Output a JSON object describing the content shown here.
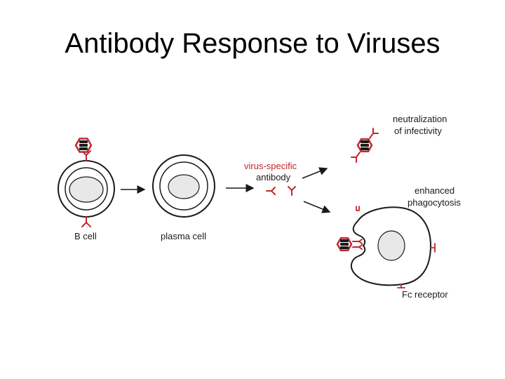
{
  "title": "Antibody Response to Viruses",
  "labels": {
    "b_cell": "B cell",
    "plasma_cell": "plasma cell",
    "virus_specific_line1": "virus-specific",
    "virus_specific_line2": "antibody",
    "neutralization_line1": "neutralization",
    "neutralization_line2": "of infectivity",
    "phagocytosis_line1": "enhanced",
    "phagocytosis_line2": "phagocytosis",
    "fc_receptor": "Fc receptor"
  },
  "colors": {
    "virus": "#c0282d",
    "antibody": "#c0282d",
    "cell_outline": "#1a1a1a",
    "nucleus_fill": "#e8e8e8"
  }
}
